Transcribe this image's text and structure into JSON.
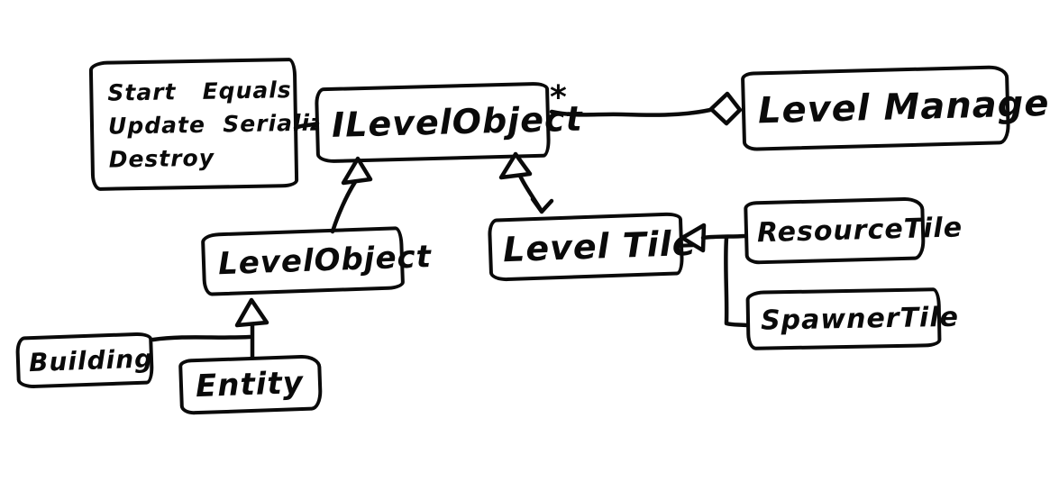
{
  "diagram": {
    "type": "uml-class-diagram",
    "style": "hand-drawn",
    "colors": {
      "ink": "#0a0a0a",
      "background": "#ffffff"
    },
    "nodes": {
      "note": {
        "lines": [
          "Start   Equals",
          "Update  Serialize",
          "Destroy"
        ]
      },
      "ilevelobject": {
        "label": "ILevelObject"
      },
      "levelmanager": {
        "label": "Level Manager"
      },
      "levelobject": {
        "label": "LevelObject"
      },
      "leveltile": {
        "label": "Level Tile"
      },
      "resourcetile": {
        "label": "ResourceTile"
      },
      "spawnertile": {
        "label": "SpawnerTile"
      },
      "building": {
        "label": "Building"
      },
      "entity": {
        "label": "Entity"
      }
    },
    "edges": [
      {
        "from": "ILevelObject",
        "to": "LevelManager",
        "type": "aggregation",
        "multiplicity": "*"
      },
      {
        "from": "note",
        "to": "ILevelObject",
        "type": "note-link"
      },
      {
        "from": "LevelObject",
        "to": "ILevelObject",
        "type": "inheritance"
      },
      {
        "from": "LevelTile",
        "to": "ILevelObject",
        "type": "inheritance"
      },
      {
        "from": "ResourceTile",
        "to": "LevelTile",
        "type": "inheritance"
      },
      {
        "from": "SpawnerTile",
        "to": "LevelTile",
        "type": "inheritance"
      },
      {
        "from": "Building",
        "to": "LevelObject",
        "type": "inheritance"
      },
      {
        "from": "Entity",
        "to": "LevelObject",
        "type": "inheritance"
      }
    ],
    "multiplicity_star": "*"
  }
}
